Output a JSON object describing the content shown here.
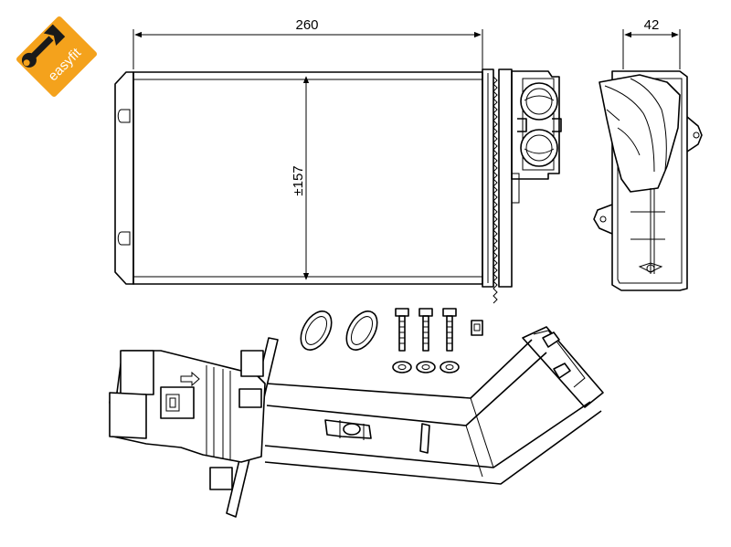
{
  "logo": {
    "text": "easyfit",
    "badge_color": "#f4a21c",
    "icon": "wrench-icon"
  },
  "dimensions": {
    "width": "260",
    "height": "±157",
    "depth": "42"
  },
  "colors": {
    "line": "#000000",
    "background": "#ffffff"
  }
}
